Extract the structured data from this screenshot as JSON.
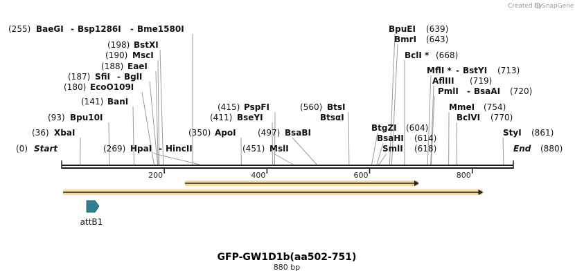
{
  "credit": {
    "prefix": "Created by",
    "brand": "SnapGene",
    "logo_icon": "snapgene-logo-icon"
  },
  "sequence": {
    "name": "GFP-GW1D1b(aa502-751)",
    "length_label": "880 bp",
    "length": 880
  },
  "ruler_ticks": [
    {
      "value": 200,
      "label": "200"
    },
    {
      "value": 400,
      "label": "400"
    },
    {
      "value": 600,
      "label": "600"
    },
    {
      "value": 800,
      "label": "800"
    }
  ],
  "ends": {
    "start": {
      "label": "Start",
      "pos_text": "(0)"
    },
    "end": {
      "label": "End",
      "pos_text": "(880)"
    }
  },
  "sites": [
    {
      "id": "baegi",
      "pos_text": "(255)",
      "name": "BaeGI",
      "name2": "Bsp1286I",
      "name3": "Bme1580I",
      "cut": 255
    },
    {
      "id": "bstxi",
      "pos_text": "(198)",
      "name": "BstXI",
      "cut": 198
    },
    {
      "id": "msci",
      "pos_text": "(190)",
      "name": "MscI",
      "cut": 190
    },
    {
      "id": "eaei",
      "pos_text": "(188)",
      "name": "EaeI",
      "cut": 188
    },
    {
      "id": "sfii",
      "pos_text": "(187)",
      "name": "SfiI",
      "name2": "BglI",
      "cut": 187
    },
    {
      "id": "ecoo109i",
      "pos_text": "(180)",
      "name": "EcoO109I",
      "cut": 180
    },
    {
      "id": "bani",
      "pos_text": "(141)",
      "name": "BanI",
      "cut": 141
    },
    {
      "id": "bpu10i",
      "pos_text": "(93)",
      "name": "Bpu10I",
      "cut": 93
    },
    {
      "id": "xbai",
      "pos_text": "(36)",
      "name": "XbaI",
      "cut": 36
    },
    {
      "id": "hpai",
      "pos_text": "(269)",
      "name": "HpaI",
      "name2": "HincII",
      "cut": 269
    },
    {
      "id": "pspfi",
      "pos_text": "(415)",
      "name": "PspFI",
      "cut": 415
    },
    {
      "id": "bseyi",
      "pos_text": "(411)",
      "name": "BseYI",
      "cut": 411
    },
    {
      "id": "apoi",
      "pos_text": "(350)",
      "name": "ApoI",
      "cut": 350
    },
    {
      "id": "bsabi",
      "pos_text": "(497)",
      "name": "BsaBI",
      "cut": 497
    },
    {
      "id": "msli",
      "pos_text": "(451)",
      "name": "MslI",
      "cut": 451
    },
    {
      "id": "btsi",
      "pos_text": "(560)",
      "name": "BtsI",
      "name2": "BtsαI",
      "cut": 560
    },
    {
      "id": "bpuei",
      "pos_text": "(639)",
      "name": "BpuEI",
      "cut": 639
    },
    {
      "id": "bmri",
      "pos_text": "(643)",
      "name": "BmrI",
      "cut": 643
    },
    {
      "id": "bcli",
      "pos_text": "(668)",
      "name": "BclI *",
      "cut": 668
    },
    {
      "id": "mfli",
      "pos_text": "(713)",
      "name": "MflI *",
      "name2": "BstYI",
      "cut": 713
    },
    {
      "id": "afliii",
      "pos_text": "(719)",
      "name": "AflIII",
      "cut": 719
    },
    {
      "id": "pmli",
      "pos_text": "(720)",
      "name": "PmlI",
      "name2": "BsaAI",
      "cut": 720
    },
    {
      "id": "mmei",
      "pos_text": "(754)",
      "name": "MmeI",
      "cut": 754
    },
    {
      "id": "bclvi",
      "pos_text": "(770)",
      "name": "BclVI",
      "cut": 770
    },
    {
      "id": "btgzi",
      "pos_text": "(604)",
      "name": "BtgZI",
      "cut": 604
    },
    {
      "id": "bsahi",
      "pos_text": "(614)",
      "name": "BsaHI",
      "cut": 614
    },
    {
      "id": "smli",
      "pos_text": "(618)",
      "name": "SmlI",
      "cut": 618
    },
    {
      "id": "styi",
      "pos_text": "(861)",
      "name": "StyI",
      "cut": 861
    }
  ],
  "features": [
    {
      "id": "orf-short",
      "start": 240,
      "end": 695,
      "direction": "forward",
      "color": "#f2b84b"
    },
    {
      "id": "orf-long",
      "start": 0,
      "end": 820,
      "direction": "forward",
      "color": "#f2b84b"
    }
  ],
  "att_site": {
    "label": "attB1",
    "start": 48,
    "end": 73,
    "color": "#2f7f8e"
  },
  "colors": {
    "backbone": "#1a1a1a",
    "orf": "#f2b84b",
    "orf_line": "#222222",
    "att": "#2f7f8e"
  }
}
